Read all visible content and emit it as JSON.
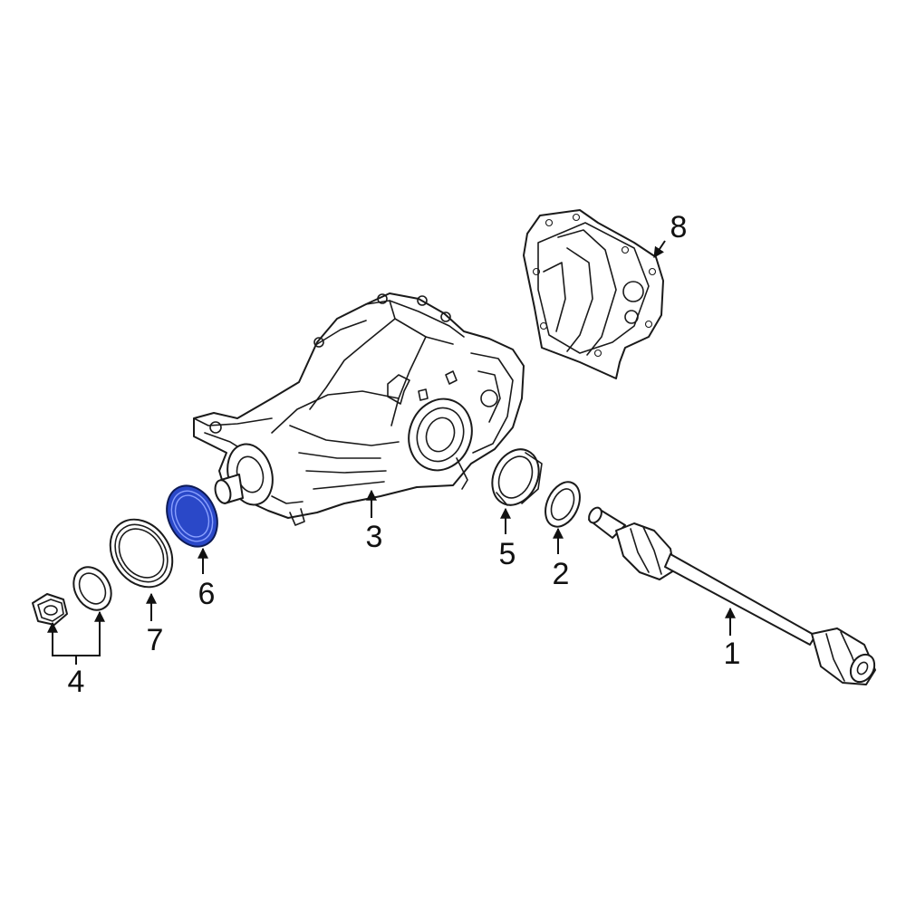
{
  "diagram": {
    "highlight_color": "#2a48c8",
    "callouts": [
      {
        "id": "1",
        "label": "1"
      },
      {
        "id": "2",
        "label": "2"
      },
      {
        "id": "3",
        "label": "3"
      },
      {
        "id": "4",
        "label": "4"
      },
      {
        "id": "5",
        "label": "5"
      },
      {
        "id": "6",
        "label": "6",
        "highlighted": true
      },
      {
        "id": "7",
        "label": "7"
      },
      {
        "id": "8",
        "label": "8"
      }
    ]
  }
}
